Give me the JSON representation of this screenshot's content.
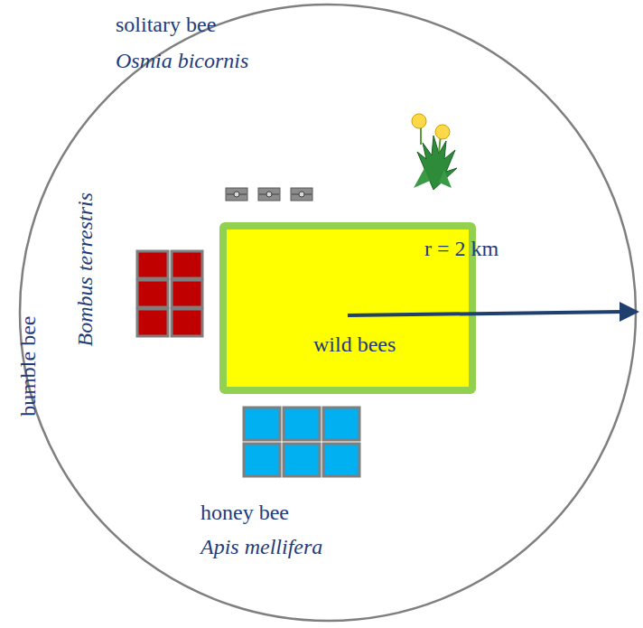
{
  "diagram": {
    "nodes": [
      {
        "text": [
          "wild bees"
        ]
      }
    ],
    "labels": [
      "solitary bee",
      "Osmia bicornis",
      "bumble bee",
      "Bombus terrestris",
      "r = 2 km",
      "honey bee",
      "Apis mellifera"
    ]
  }
}
